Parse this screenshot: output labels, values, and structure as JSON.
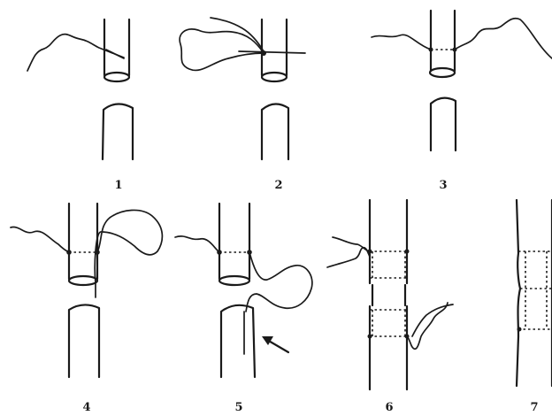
{
  "steps": [
    {
      "label": "1"
    },
    {
      "label": "2"
    },
    {
      "label": "3"
    },
    {
      "label": "4"
    },
    {
      "label": "5"
    },
    {
      "label": "6"
    },
    {
      "label": "7"
    }
  ]
}
